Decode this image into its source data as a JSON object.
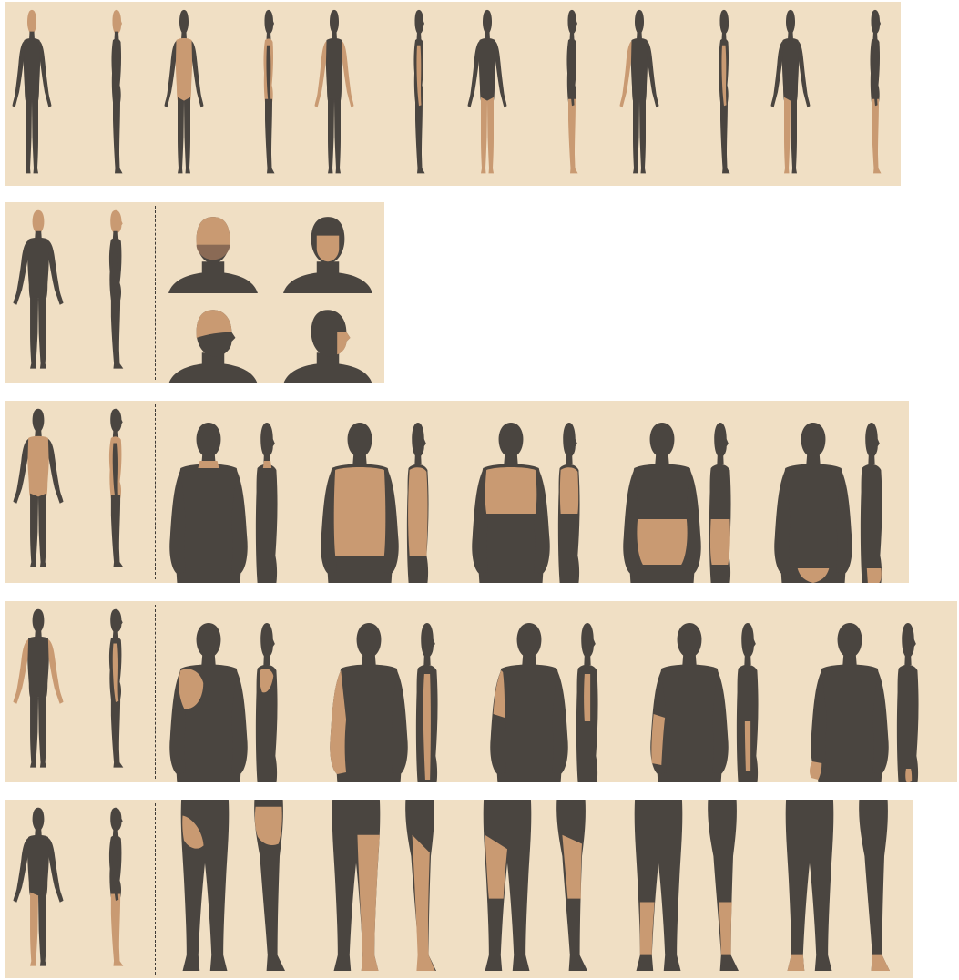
{
  "colors": {
    "background": "#f0dfc4",
    "body": "#4a4540",
    "highlight": "#c99a72",
    "dashed_divider": "#3e3a35"
  },
  "panels": [
    {
      "name": "overview-panel",
      "figures": [
        {
          "view": "front",
          "highlight": [
            "head"
          ]
        },
        {
          "view": "side",
          "highlight": [
            "head"
          ]
        },
        {
          "view": "front",
          "highlight": [
            "trunk"
          ]
        },
        {
          "view": "side",
          "highlight": [
            "trunk"
          ]
        },
        {
          "view": "front",
          "highlight": [
            "arm"
          ]
        },
        {
          "view": "side",
          "highlight": [
            "arm"
          ]
        },
        {
          "view": "front",
          "highlight": [
            "legs"
          ]
        },
        {
          "view": "side",
          "highlight": [
            "legs"
          ]
        },
        {
          "view": "front",
          "highlight": [
            "arm-left"
          ]
        },
        {
          "view": "side",
          "highlight": [
            "arm"
          ]
        },
        {
          "view": "front",
          "highlight": [
            "leg-one"
          ]
        },
        {
          "view": "side",
          "highlight": [
            "legs"
          ]
        }
      ]
    },
    {
      "name": "head-panel",
      "figures": [
        {
          "view": "front",
          "highlight": [
            "head"
          ]
        },
        {
          "view": "side",
          "highlight": [
            "head"
          ]
        }
      ],
      "details": [
        {
          "type": "bust-back",
          "highlight": "scalp"
        },
        {
          "type": "bust-front",
          "highlight": "face"
        },
        {
          "type": "bust-side",
          "highlight": "scalp"
        },
        {
          "type": "bust-side",
          "highlight": "face"
        }
      ]
    },
    {
      "name": "trunk-panel",
      "figures": [
        {
          "view": "front",
          "highlight": [
            "trunk"
          ]
        },
        {
          "view": "side",
          "highlight": [
            "trunk"
          ]
        }
      ],
      "details": [
        {
          "type": "torso-back",
          "highlight": "neck"
        },
        {
          "type": "torso-side",
          "highlight": "neck"
        },
        {
          "type": "torso-back",
          "highlight": "full-back"
        },
        {
          "type": "torso-side",
          "highlight": "full-back"
        },
        {
          "type": "torso-back",
          "highlight": "upper-back"
        },
        {
          "type": "torso-side",
          "highlight": "upper-back"
        },
        {
          "type": "torso-back",
          "highlight": "lower-back"
        },
        {
          "type": "torso-side",
          "highlight": "lower-back"
        },
        {
          "type": "torso-back",
          "highlight": "buttock"
        },
        {
          "type": "torso-side",
          "highlight": "buttock"
        }
      ]
    },
    {
      "name": "arm-panel",
      "figures": [
        {
          "view": "front",
          "highlight": [
            "arm"
          ]
        },
        {
          "view": "side",
          "highlight": [
            "arm"
          ]
        }
      ],
      "details": [
        {
          "type": "torso-back",
          "highlight": "shoulder"
        },
        {
          "type": "torso-side",
          "highlight": "shoulder"
        },
        {
          "type": "torso-back",
          "highlight": "whole-arm"
        },
        {
          "type": "torso-side",
          "highlight": "whole-arm"
        },
        {
          "type": "torso-back",
          "highlight": "upper-arm"
        },
        {
          "type": "torso-side",
          "highlight": "upper-arm"
        },
        {
          "type": "torso-back",
          "highlight": "forearm"
        },
        {
          "type": "torso-side",
          "highlight": "forearm"
        },
        {
          "type": "torso-back",
          "highlight": "hand"
        },
        {
          "type": "torso-side",
          "highlight": "hand"
        }
      ]
    },
    {
      "name": "leg-panel",
      "figures": [
        {
          "view": "front",
          "highlight": [
            "leg-one"
          ]
        },
        {
          "view": "side",
          "highlight": [
            "legs"
          ]
        }
      ],
      "details": [
        {
          "type": "legs-back",
          "highlight": "hip"
        },
        {
          "type": "legs-side",
          "highlight": "hip"
        },
        {
          "type": "legs-back",
          "highlight": "whole-leg"
        },
        {
          "type": "legs-side",
          "highlight": "whole-leg"
        },
        {
          "type": "legs-back",
          "highlight": "thigh"
        },
        {
          "type": "legs-side",
          "highlight": "thigh"
        },
        {
          "type": "legs-back",
          "highlight": "calf"
        },
        {
          "type": "legs-side",
          "highlight": "calf"
        },
        {
          "type": "legs-back",
          "highlight": "foot"
        },
        {
          "type": "legs-side",
          "highlight": "foot"
        }
      ]
    }
  ]
}
